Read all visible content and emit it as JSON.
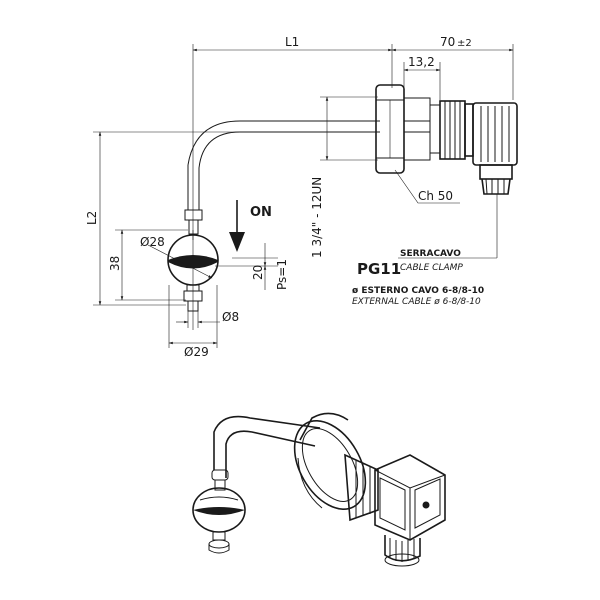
{
  "dimensions": {
    "l1": "L1",
    "l2": "L2",
    "seventy": "70",
    "seventy_tol": "±2",
    "d13_2": "13,2",
    "ch50": "Ch 50",
    "thread": "1 3/4\" - 12UN",
    "d28": "Ø28",
    "d38": "38",
    "d20": "20",
    "ps": "Ps=1",
    "d8": "Ø8",
    "d29": "Ø29"
  },
  "labels": {
    "on": "ON",
    "pg11": "PG11",
    "serracavo": "SERRACAVO",
    "cable_clamp": "CABLE CLAMP",
    "esterno": "ø ESTERNO CAVO  6-8/8-10",
    "external": "EXTERNAL CABLE ø 6-8/8-10"
  }
}
